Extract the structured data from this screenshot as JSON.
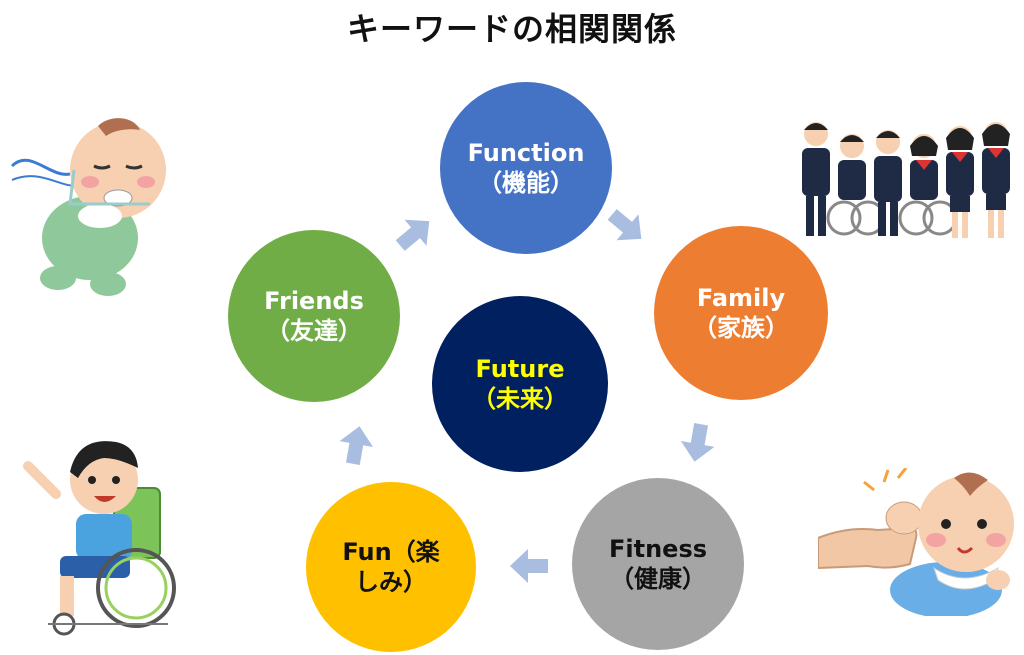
{
  "title": "キーワードの相関関係",
  "nodes": {
    "function": {
      "en": "Function",
      "jp": "（機能）",
      "color": "#4472c4"
    },
    "family": {
      "en": "Family",
      "jp": "（家族）",
      "color": "#ed7d31"
    },
    "fitness": {
      "en": "Fitness",
      "jp": "（健康）",
      "color": "#a5a5a5"
    },
    "fun": {
      "line1": "Fun（楽",
      "line2": "しみ）",
      "color": "#ffc000"
    },
    "friends": {
      "en": "Friends",
      "jp": "（友達）",
      "color": "#70ad47"
    },
    "future": {
      "en": "Future",
      "jp": "（未来）",
      "color": "#002060",
      "text_color": "#ffff00"
    }
  },
  "arrow_color": "#a9bde0",
  "illustrations": [
    {
      "name": "baby-with-oxygen-illustration"
    },
    {
      "name": "students-group-illustration"
    },
    {
      "name": "boy-in-wheelchair-illustration"
    },
    {
      "name": "baby-holding-finger-illustration"
    }
  ]
}
